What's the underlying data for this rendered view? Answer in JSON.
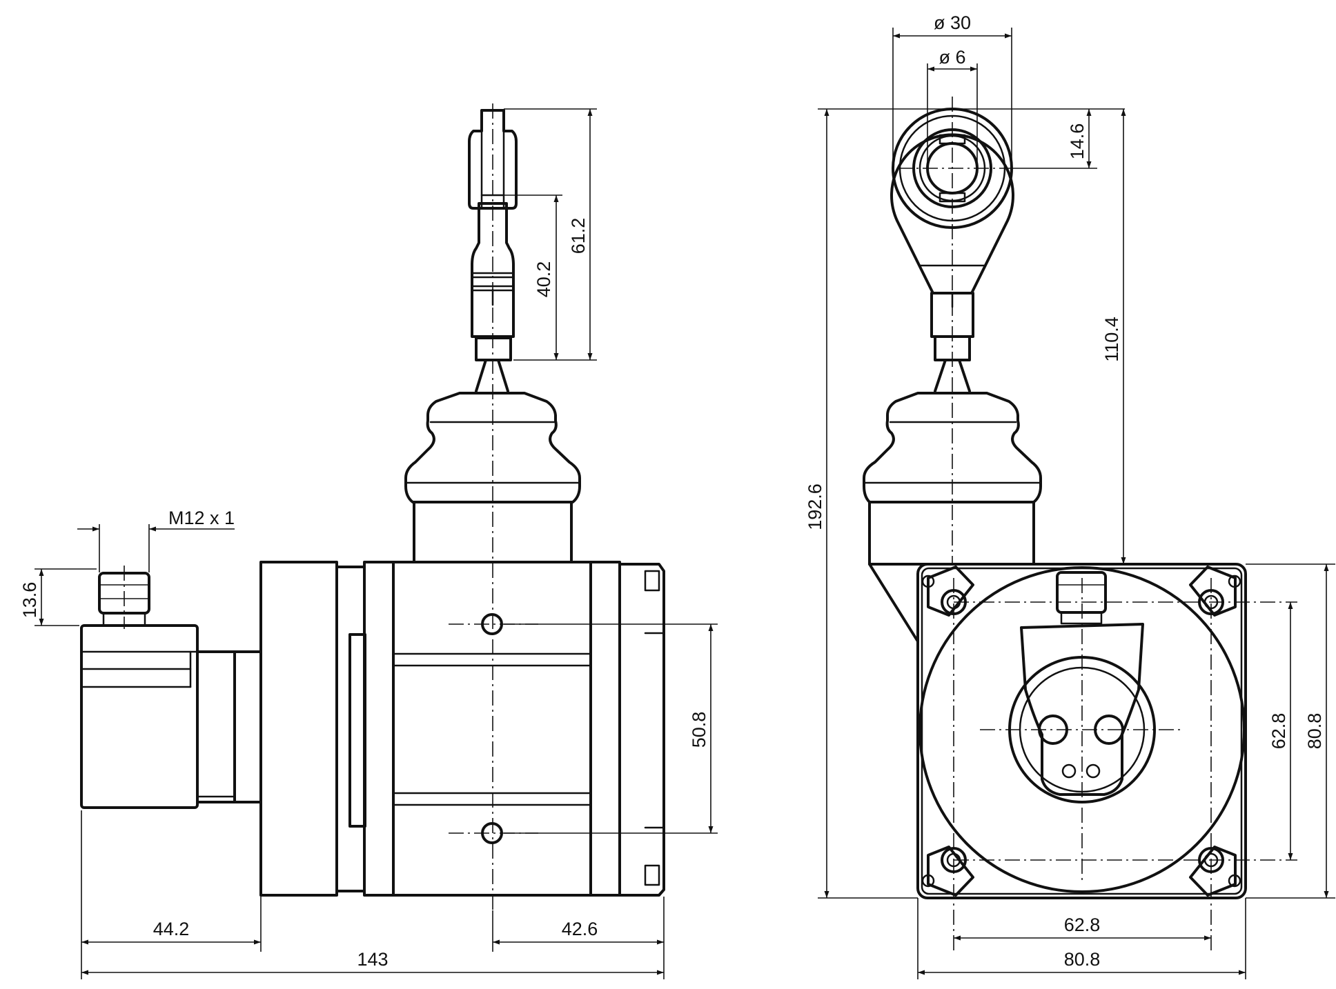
{
  "drawing": {
    "colors": {
      "line": "#111111",
      "background": "#ffffff"
    },
    "dimensions": {
      "connector_thread": "M12 x 1",
      "connector_height": "13.6",
      "rod_end_length": "40.2",
      "rod_total_length": "61.2",
      "bolt_spacing_side": "50.8",
      "left_overhang": "44.2",
      "right_offset": "42.6",
      "overall_length": "143",
      "eye_outer_diameter": "ø 30",
      "eye_bore_diameter": "ø 6",
      "eye_offset": "14.6",
      "overall_height": "192.6",
      "rod_to_flange": "110.4",
      "bolt_pattern_vertical": "62.8",
      "flange_height": "80.8",
      "bolt_pattern_horizontal": "62.8",
      "flange_width": "80.8"
    }
  }
}
